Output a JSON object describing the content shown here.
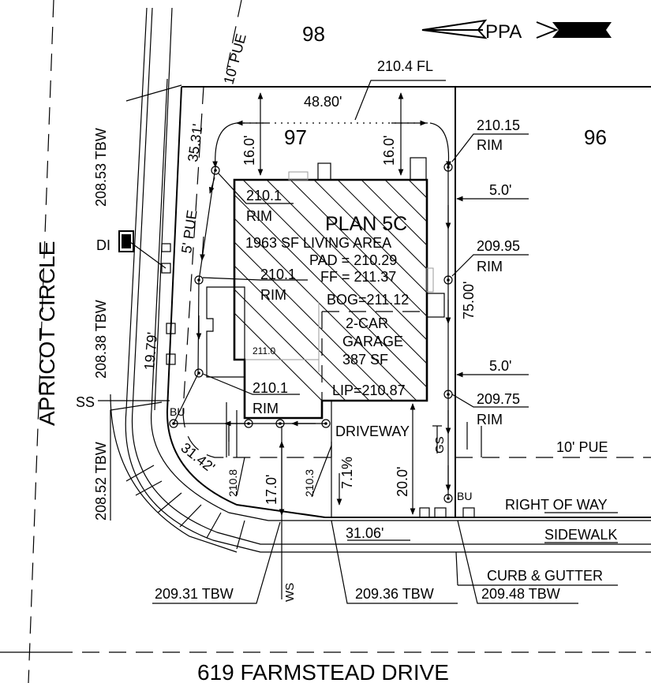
{
  "lots": {
    "lot_98": "98",
    "lot_97": "97",
    "lot_96": "96"
  },
  "street": {
    "name": "619 FARMSTEAD DRIVE",
    "side_street": "APRICOT CIRCLE"
  },
  "house": {
    "plan": "PLAN 5C",
    "area": "1963 SF LIVING AREA",
    "pad": "PAD = 210.29",
    "ff": "FF = 211.37",
    "bog": "BOG=211.12",
    "garage_1": "2-CAR",
    "garage_2": "GARAGE",
    "garage_3": "387 SF",
    "lip": "LIP=210.87",
    "small_elev": "211.0"
  },
  "dimensions": {
    "top_width": "48.80'",
    "setback_left": "16.0'",
    "setback_right": "16.0'",
    "side_upper": "5.0'",
    "side_lower": "5.0'",
    "depth": "75.00'",
    "left_side": "19.79'",
    "corner_top": "35.31'",
    "curve": "31.42'",
    "drive_17": "17.0'",
    "drive_20": "20.0'",
    "frontage": "31.06'",
    "slope": "7.1%"
  },
  "elevations": {
    "fl": "210.4 FL",
    "rim_a_val": "210.15",
    "rim_a_lbl": "RIM",
    "rim_b_val": "210.1",
    "rim_b_lbl": "RIM",
    "rim_c_val": "210.1",
    "rim_c_lbl": "RIM",
    "rim_d_val": "209.95",
    "rim_d_lbl": "RIM",
    "rim_e_val": "210.1",
    "rim_e_lbl": "RIM",
    "rim_f_val": "209.75",
    "rim_f_lbl": "RIM",
    "tbw_1": "208.53 TBW",
    "tbw_2": "208.38 TBW",
    "tbw_3": "208.52 TBW",
    "tbw_4": "209.31 TBW",
    "tbw_5": "209.36 TBW",
    "tbw_6": "209.48 TBW",
    "e_2108": "210.8",
    "e_2103": "210.3"
  },
  "labels": {
    "pue_10_top": "10' PUE",
    "pue_5": "5' PUE",
    "pue_10_right": "10' PUE",
    "di": "DI",
    "ss": "SS",
    "bu_1": "BU",
    "bu_2": "BU",
    "driveway": "DRIVEWAY",
    "gs": "GS",
    "row": "RIGHT OF WAY",
    "sidewalk": "SIDEWALK",
    "curb": "CURB & GUTTER",
    "ws": "WS"
  },
  "north_arrow": {
    "text": "PPA"
  }
}
